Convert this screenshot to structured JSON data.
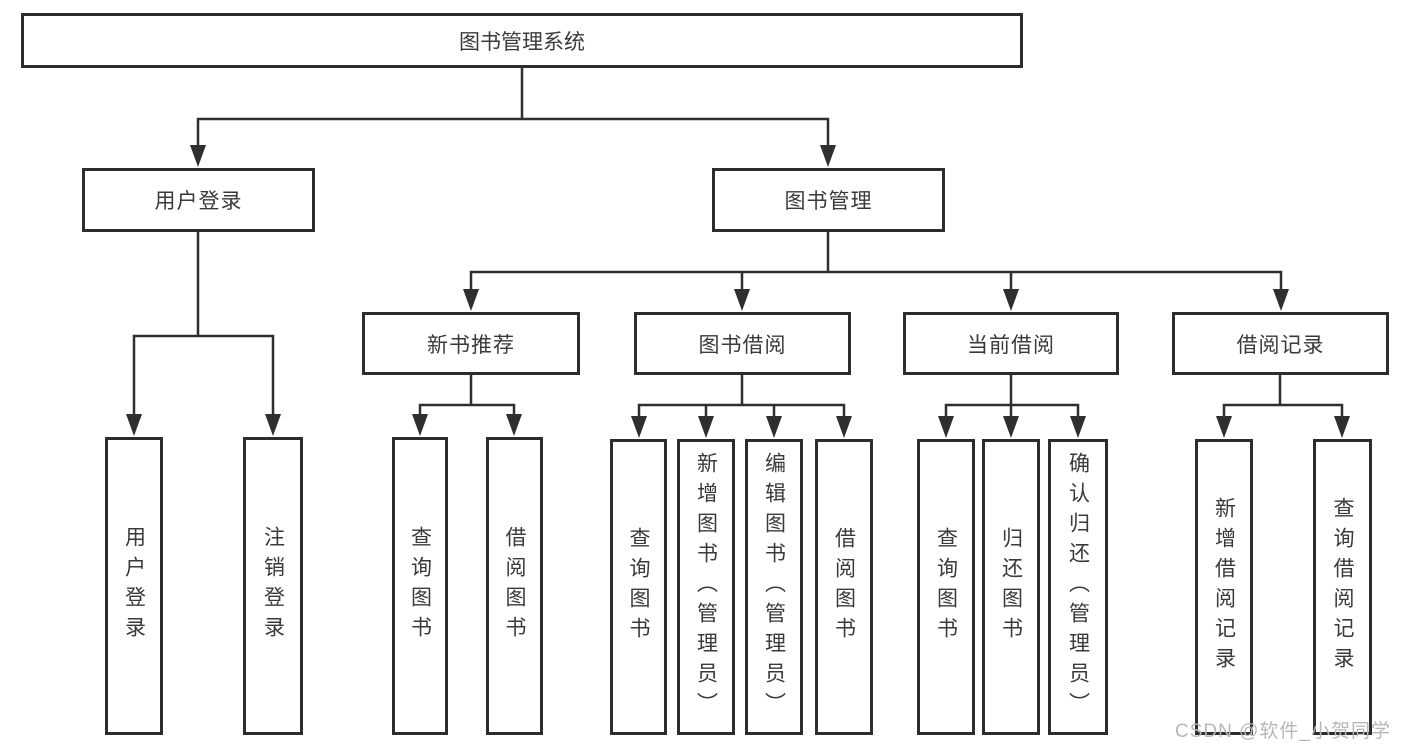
{
  "diagram": {
    "title": "图书管理系统",
    "nodes": {
      "root": "图书管理系统",
      "user_login_branch": "用户登录",
      "book_mgmt_branch": "图书管理",
      "user_login_leaf": "用户登录",
      "logout_leaf": "注销登录",
      "new_book_rec": "新书推荐",
      "book_borrow": "图书借阅",
      "current_borrow": "当前借阅",
      "borrow_records": "借阅记录",
      "nb_query_books": "查询图书",
      "nb_borrow_books": "借阅图书",
      "bb_query_books": "查询图书",
      "bb_add_books": "新增图书（管理员）",
      "bb_edit_books": "编辑图书（管理员）",
      "bb_borrow_books": "借阅图书",
      "cb_query_books": "查询图书",
      "cb_return_books": "归还图书",
      "cb_confirm_return": "确认归还（管理员）",
      "br_add_record": "新增借阅记录",
      "br_query_record": "查询借阅记录"
    },
    "watermark": "CSDN @软件_小贺同学",
    "colors": {
      "line": "#2f2f2f",
      "box_border": "#2d2d2d",
      "text": "#3a3a3a",
      "watermark": "#b7b7b7",
      "background": "#ffffff"
    }
  }
}
